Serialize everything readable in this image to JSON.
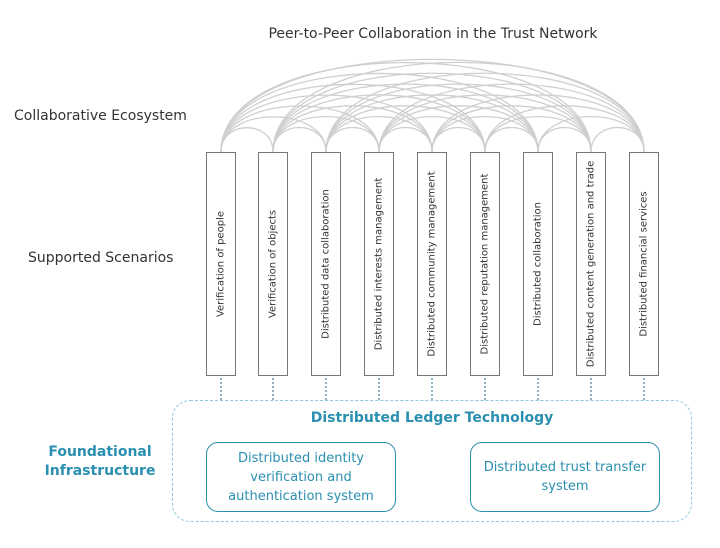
{
  "title": "Peer-to-Peer Collaboration in the Trust Network",
  "layers": {
    "ecosystem": "Collaborative Ecosystem",
    "scenarios": "Supported Scenarios",
    "foundational_line1": "Foundational",
    "foundational_line2": "Infrastructure"
  },
  "scenarios": [
    "Verification of people",
    "Verification of objects",
    "Distributed data collaboration",
    "Distributed interests management",
    "Distributed community management",
    "Distributed reputation management",
    "Distributed collaboration",
    "Distributed content generation and trade",
    "Distributed financial services"
  ],
  "infrastructure": {
    "title": "Distributed Ledger Technology",
    "systems": [
      "Distributed identity verification and authentication system",
      "Distributed trust transfer system"
    ]
  },
  "colors": {
    "accent": "#2a8fb0",
    "dashed_border": "#8fc7dc",
    "arc": "#cfcfcf",
    "box_border": "#777777"
  }
}
